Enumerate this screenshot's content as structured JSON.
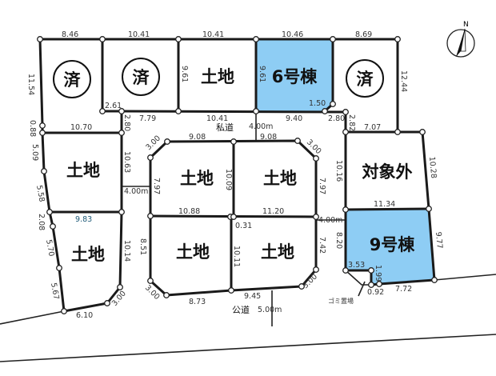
{
  "compass": {
    "label": "N"
  },
  "lots": {
    "sold_1": "済",
    "sold_2": "済",
    "sold_3": "済",
    "land_top": "土地",
    "house_6": "6号棟",
    "land_left_mid": "土地",
    "land_left_low": "土地",
    "land_c1": "土地",
    "land_c2": "土地",
    "land_c3": "土地",
    "land_c4": "土地",
    "excluded": "対象外",
    "house_9": "9号棟"
  },
  "roads": {
    "private": "私道",
    "private_width": "4.00m",
    "private_width_left": "4.00m",
    "private_width_right": "4.00m",
    "public": "公道",
    "public_width": "5.00m",
    "garbage": "ゴミ置場"
  },
  "colors": {
    "highlight": "#8ecdf4"
  },
  "dims": [
    "8.46",
    "10.41",
    "10.41",
    "10.46",
    "8.69",
    "11.54",
    "9.61",
    "9.61",
    "12.44",
    "2.61",
    "7.79",
    "10.41",
    "9.40",
    "1.50",
    "2.80",
    "2.82",
    "0.88",
    "10.70",
    "2.80",
    "7.07",
    "5.09",
    "10.63",
    "5.58",
    "9.83",
    "2.08",
    "5.70",
    "5.67",
    "10.14",
    "6.10",
    "3.00",
    "9.08",
    "9.08",
    "3.00",
    "3.00",
    "7.97",
    "10.09",
    "7.97",
    "10.16",
    "10.28",
    "10.88",
    "11.20",
    "0.31",
    "11.34",
    "8.51",
    "10.11",
    "7.42",
    "8.20",
    "9.77",
    "3.00",
    "3.00",
    "8.73",
    "9.45",
    "3.53",
    "1.99",
    "0.92",
    "7.72"
  ]
}
